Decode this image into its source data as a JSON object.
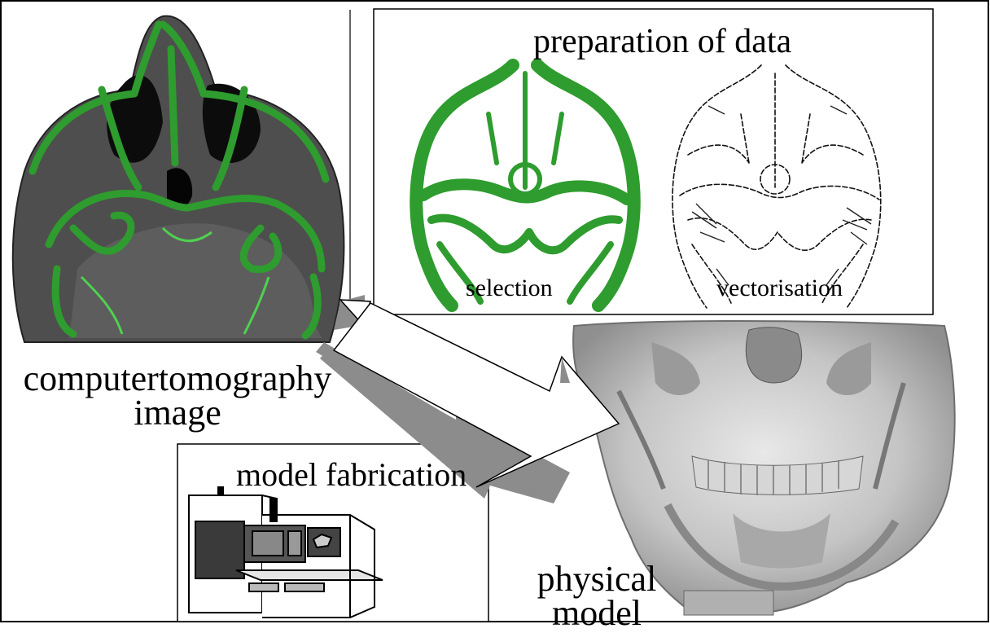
{
  "labels": {
    "ct_image": [
      "computertomography",
      "image"
    ],
    "preparation": "preparation of data",
    "selection": "selection",
    "vectorisation": "vectorisation",
    "model_fabrication": "model fabrication",
    "physical_model": [
      "physical",
      "model"
    ]
  },
  "colors": {
    "bone_green": "#2e9c2e",
    "ct_gray": "#5a5a5a",
    "model_gray": "#bdbdbd",
    "arrow_shadow": "#8c8c8c"
  }
}
